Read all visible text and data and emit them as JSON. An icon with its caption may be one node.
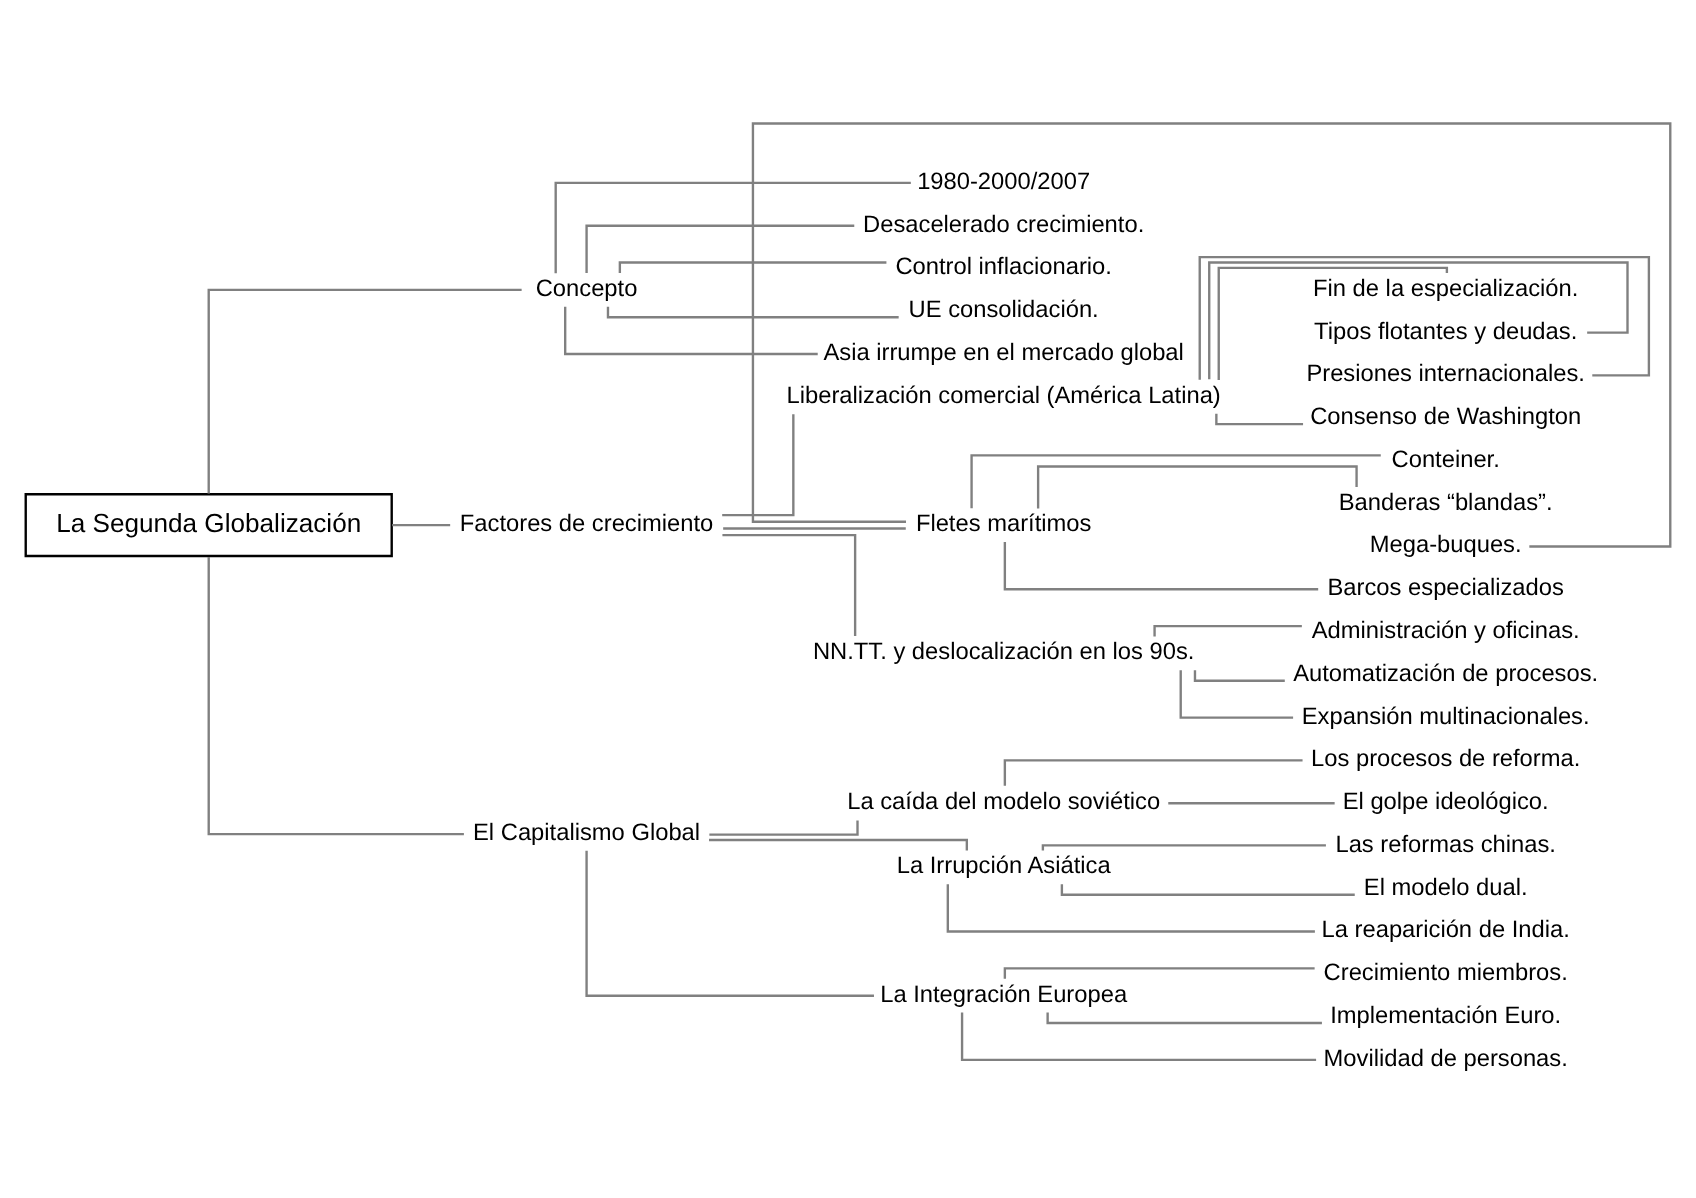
{
  "diagram": {
    "nodes": [
      {
        "text": [
          "La Segunda Globalización"
        ]
      },
      {
        "text": [
          "Concepto"
        ]
      },
      {
        "text": [
          "1980-2000/2007"
        ]
      },
      {
        "text": [
          "Desacelerado crecimiento."
        ]
      },
      {
        "text": [
          "Control inflacionario."
        ]
      },
      {
        "text": [
          "UE consolidación."
        ]
      },
      {
        "text": [
          "Asia irrumpe en el mercado global"
        ]
      },
      {
        "text": [
          "Factores de crecimiento"
        ]
      },
      {
        "text": [
          "Liberalización comercial (América Latina)"
        ]
      },
      {
        "text": [
          "Fin de la especialización."
        ]
      },
      {
        "text": [
          "Tipos flotantes y deudas."
        ]
      },
      {
        "text": [
          "Presiones internacionales."
        ]
      },
      {
        "text": [
          "Consenso de Washington"
        ]
      },
      {
        "text": [
          "Fletes marítimos"
        ]
      },
      {
        "text": [
          "Conteiner."
        ]
      },
      {
        "text": [
          "Banderas “blandas”."
        ]
      },
      {
        "text": [
          "Mega-buques."
        ]
      },
      {
        "text": [
          "Barcos especializados"
        ]
      },
      {
        "text": [
          "NN.TT. y deslocalización en los 90s."
        ]
      },
      {
        "text": [
          "Administración y oficinas."
        ]
      },
      {
        "text": [
          "Automatización de procesos."
        ]
      },
      {
        "text": [
          "Expansión multinacionales."
        ]
      },
      {
        "text": [
          "El Capitalismo Global"
        ]
      },
      {
        "text": [
          "La caída del modelo soviético"
        ]
      },
      {
        "text": [
          "Los procesos de reforma."
        ]
      },
      {
        "text": [
          "El golpe ideológico."
        ]
      },
      {
        "text": [
          "La Irrupción Asiática"
        ]
      },
      {
        "text": [
          "Las reformas chinas."
        ]
      },
      {
        "text": [
          "El modelo dual."
        ]
      },
      {
        "text": [
          "La reaparición de India."
        ]
      },
      {
        "text": [
          "La Integración Europea"
        ]
      },
      {
        "text": [
          "Crecimiento miembros."
        ]
      },
      {
        "text": [
          "Implementación Euro."
        ]
      },
      {
        "text": [
          "Movilidad de personas."
        ]
      }
    ],
    "edges": [
      {
        "from": 0,
        "to": 1,
        "arrow": "none"
      },
      {
        "from": 0,
        "to": 7,
        "arrow": "none"
      },
      {
        "from": 0,
        "to": 22,
        "arrow": "none"
      },
      {
        "from": 1,
        "to": 2,
        "arrow": "none"
      },
      {
        "from": 1,
        "to": 3,
        "arrow": "none"
      },
      {
        "from": 1,
        "to": 4,
        "arrow": "none"
      },
      {
        "from": 1,
        "to": 5,
        "arrow": "none"
      },
      {
        "from": 1,
        "to": 6,
        "arrow": "none"
      },
      {
        "from": 7,
        "to": 8,
        "arrow": "none"
      },
      {
        "from": 7,
        "to": 13,
        "arrow": "none"
      },
      {
        "from": 7,
        "to": 18,
        "arrow": "none"
      },
      {
        "from": 8,
        "to": 9,
        "arrow": "none"
      },
      {
        "from": 8,
        "to": 10,
        "arrow": "none"
      },
      {
        "from": 8,
        "to": 11,
        "arrow": "none"
      },
      {
        "from": 8,
        "to": 12,
        "arrow": "none"
      },
      {
        "from": 13,
        "to": 14,
        "arrow": "none"
      },
      {
        "from": 13,
        "to": 15,
        "arrow": "none"
      },
      {
        "from": 13,
        "to": 16,
        "arrow": "none"
      },
      {
        "from": 13,
        "to": 17,
        "arrow": "none"
      },
      {
        "from": 18,
        "to": 19,
        "arrow": "none"
      },
      {
        "from": 18,
        "to": 20,
        "arrow": "none"
      },
      {
        "from": 18,
        "to": 21,
        "arrow": "none"
      },
      {
        "from": 22,
        "to": 23,
        "arrow": "none"
      },
      {
        "from": 22,
        "to": 26,
        "arrow": "none"
      },
      {
        "from": 22,
        "to": 30,
        "arrow": "none"
      },
      {
        "from": 23,
        "to": 24,
        "arrow": "none"
      },
      {
        "from": 23,
        "to": 25,
        "arrow": "none"
      },
      {
        "from": 26,
        "to": 27,
        "arrow": "none"
      },
      {
        "from": 26,
        "to": 28,
        "arrow": "none"
      },
      {
        "from": 26,
        "to": 29,
        "arrow": "none"
      },
      {
        "from": 30,
        "to": 31,
        "arrow": "none"
      },
      {
        "from": 30,
        "to": 32,
        "arrow": "none"
      },
      {
        "from": 30,
        "to": 33,
        "arrow": "none"
      }
    ]
  }
}
